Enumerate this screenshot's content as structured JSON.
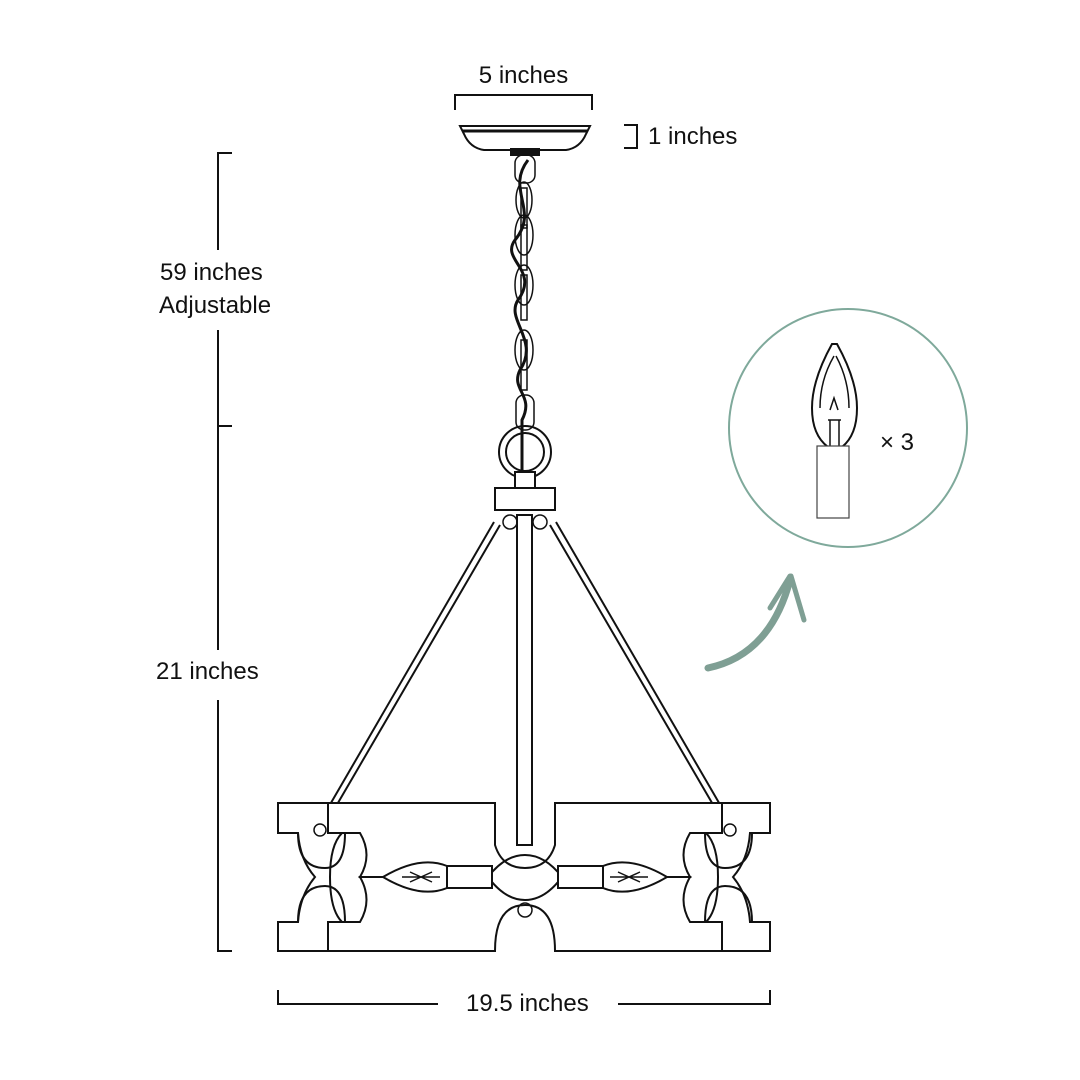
{
  "diagram": {
    "subject": "3-light pendant chandelier",
    "dimensions": {
      "canopy_width": "5 inches",
      "canopy_height": "1 inches",
      "chain_length_value": "59 inches",
      "chain_length_note": "Adjustable",
      "fixture_height": "21 inches",
      "fixture_width": "19.5 inches"
    },
    "bulb_callout": {
      "quantity": "× 3",
      "circle_color": "#7fa99b",
      "arrow_color": "#7f9f94"
    },
    "colors": {
      "line": "#111111",
      "background": "#ffffff"
    }
  }
}
